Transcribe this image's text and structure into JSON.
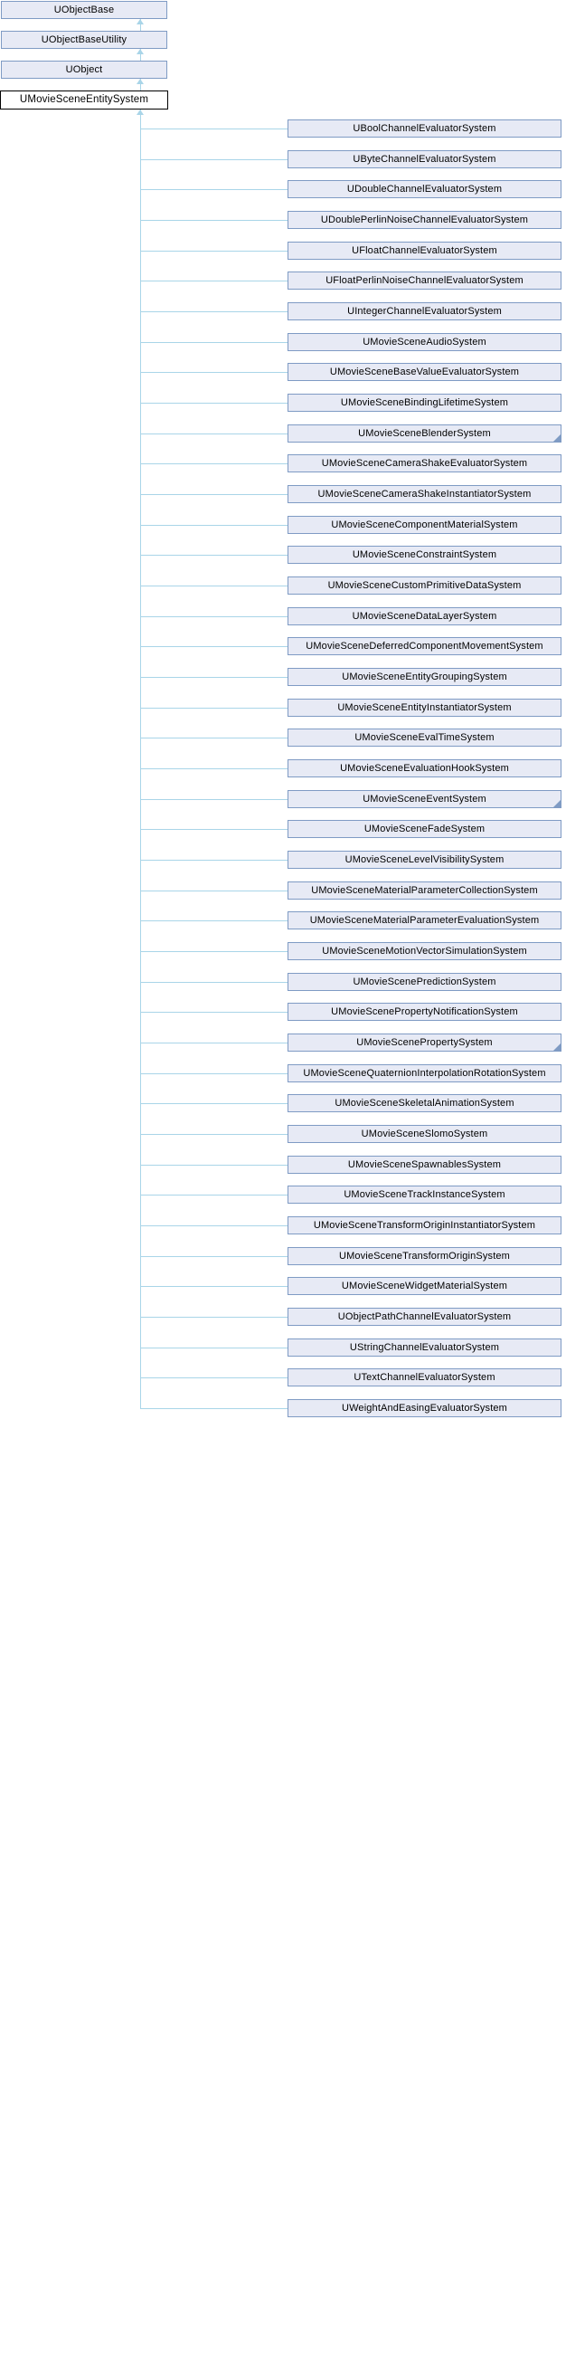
{
  "diagram": {
    "type": "class-inheritance-diagram",
    "title": "UMovieSceneEntitySystem inheritance diagram",
    "colors": {
      "node_fill": "#e7eaf5",
      "node_border": "#7f9bc4",
      "current_fill": "#ffffff",
      "current_border": "#000000",
      "edge": "#a9d5e8",
      "background": "#ffffff"
    },
    "ancestors": [
      {
        "label": "UObjectBase",
        "y": 0
      },
      {
        "label": "UObjectBaseUtility",
        "y": 33
      },
      {
        "label": "UObject",
        "y": 66
      }
    ],
    "current": {
      "label": "UMovieSceneEntitySystem",
      "y": 99
    },
    "derived": [
      {
        "label": "UBoolChannelEvaluatorSystem",
        "expandable": false
      },
      {
        "label": "UByteChannelEvaluatorSystem",
        "expandable": false
      },
      {
        "label": "UDoubleChannelEvaluatorSystem",
        "expandable": false
      },
      {
        "label": "UDoublePerlinNoiseChannelEvaluatorSystem",
        "expandable": false
      },
      {
        "label": "UFloatChannelEvaluatorSystem",
        "expandable": false
      },
      {
        "label": "UFloatPerlinNoiseChannelEvaluatorSystem",
        "expandable": false
      },
      {
        "label": "UIntegerChannelEvaluatorSystem",
        "expandable": false
      },
      {
        "label": "UMovieSceneAudioSystem",
        "expandable": false
      },
      {
        "label": "UMovieSceneBaseValueEvaluatorSystem",
        "expandable": false
      },
      {
        "label": "UMovieSceneBindingLifetimeSystem",
        "expandable": false
      },
      {
        "label": "UMovieSceneBlenderSystem",
        "expandable": true
      },
      {
        "label": "UMovieSceneCameraShakeEvaluatorSystem",
        "expandable": false
      },
      {
        "label": "UMovieSceneCameraShakeInstantiatorSystem",
        "expandable": false
      },
      {
        "label": "UMovieSceneComponentMaterialSystem",
        "expandable": false
      },
      {
        "label": "UMovieSceneConstraintSystem",
        "expandable": false
      },
      {
        "label": "UMovieSceneCustomPrimitiveDataSystem",
        "expandable": false
      },
      {
        "label": "UMovieSceneDataLayerSystem",
        "expandable": false
      },
      {
        "label": "UMovieSceneDeferredComponentMovementSystem",
        "expandable": false
      },
      {
        "label": "UMovieSceneEntityGroupingSystem",
        "expandable": false
      },
      {
        "label": "UMovieSceneEntityInstantiatorSystem",
        "expandable": false
      },
      {
        "label": "UMovieSceneEvalTimeSystem",
        "expandable": false
      },
      {
        "label": "UMovieSceneEvaluationHookSystem",
        "expandable": false
      },
      {
        "label": "UMovieSceneEventSystem",
        "expandable": true
      },
      {
        "label": "UMovieSceneFadeSystem",
        "expandable": false
      },
      {
        "label": "UMovieSceneLevelVisibilitySystem",
        "expandable": false
      },
      {
        "label": "UMovieSceneMaterialParameterCollectionSystem",
        "expandable": false
      },
      {
        "label": "UMovieSceneMaterialParameterEvaluationSystem",
        "expandable": false
      },
      {
        "label": "UMovieSceneMotionVectorSimulationSystem",
        "expandable": false
      },
      {
        "label": "UMovieScenePredictionSystem",
        "expandable": false
      },
      {
        "label": "UMovieScenePropertyNotificationSystem",
        "expandable": false
      },
      {
        "label": "UMovieScenePropertySystem",
        "expandable": true
      },
      {
        "label": "UMovieSceneQuaternionInterpolationRotationSystem",
        "expandable": false
      },
      {
        "label": "UMovieSceneSkeletalAnimationSystem",
        "expandable": false
      },
      {
        "label": "UMovieSceneSlomoSystem",
        "expandable": false
      },
      {
        "label": "UMovieSceneSpawnablesSystem",
        "expandable": false
      },
      {
        "label": "UMovieSceneTrackInstanceSystem",
        "expandable": false
      },
      {
        "label": "UMovieSceneTransformOriginInstantiatorSystem",
        "expandable": false
      },
      {
        "label": "UMovieSceneTransformOriginSystem",
        "expandable": false
      },
      {
        "label": "UMovieSceneWidgetMaterialSystem",
        "expandable": false
      },
      {
        "label": "UObjectPathChannelEvaluatorSystem",
        "expandable": false
      },
      {
        "label": "UStringChannelEvaluatorSystem",
        "expandable": false
      },
      {
        "label": "UTextChannelEvaluatorSystem",
        "expandable": false
      },
      {
        "label": "UWeightAndEasingEvaluatorSystem",
        "expandable": false
      }
    ]
  }
}
